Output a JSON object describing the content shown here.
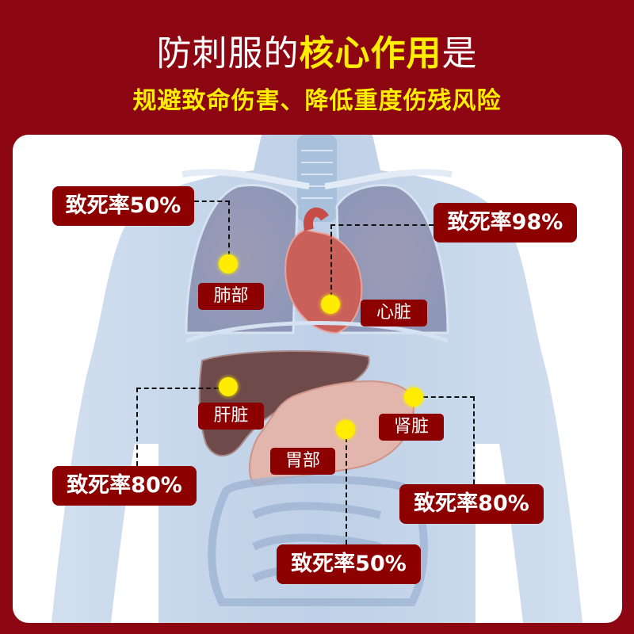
{
  "header": {
    "title_prefix": "防刺服的",
    "title_highlight": "核心作用",
    "title_suffix": "是",
    "subtitle": "规避致命伤害、降低重度伤残风险"
  },
  "colors": {
    "background": "#8c0712",
    "highlight": "#ffee00",
    "label_bg": "#8c0000",
    "marker": "#ffec00"
  },
  "organs": [
    {
      "id": "lung",
      "label": "肺部",
      "fatality": "致死率50%"
    },
    {
      "id": "heart",
      "label": "心脏",
      "fatality": "致死率98%"
    },
    {
      "id": "liver",
      "label": "肝脏",
      "fatality": "致死率80%"
    },
    {
      "id": "kidney",
      "label": "肾脏",
      "fatality": "致死率80%"
    },
    {
      "id": "stomach",
      "label": "胃部",
      "fatality": "致死率50%"
    }
  ]
}
